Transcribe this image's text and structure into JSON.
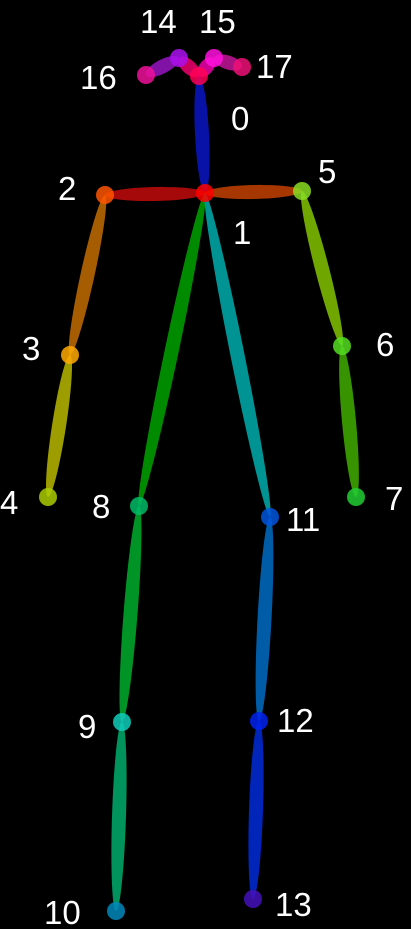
{
  "background_color": "#000000",
  "label_color": "#ffffff",
  "keypoints": [
    {
      "id": "0",
      "label": "0",
      "color": "#ff0055"
    },
    {
      "id": "1",
      "label": "1",
      "color": "#ff0000"
    },
    {
      "id": "2",
      "label": "2",
      "color": "#ff5500"
    },
    {
      "id": "3",
      "label": "3",
      "color": "#ffaa00"
    },
    {
      "id": "4",
      "label": "4",
      "color": "#aacc00"
    },
    {
      "id": "5",
      "label": "5",
      "color": "#88dd22"
    },
    {
      "id": "6",
      "label": "6",
      "color": "#55dd22"
    },
    {
      "id": "7",
      "label": "7",
      "color": "#22cc33"
    },
    {
      "id": "8",
      "label": "8",
      "color": "#00bb66"
    },
    {
      "id": "9",
      "label": "9",
      "color": "#11ccbb"
    },
    {
      "id": "10",
      "label": "10",
      "color": "#0088bb"
    },
    {
      "id": "11",
      "label": "11",
      "color": "#0055dd"
    },
    {
      "id": "12",
      "label": "12",
      "color": "#0022ee"
    },
    {
      "id": "13",
      "label": "13",
      "color": "#4411bb"
    },
    {
      "id": "14",
      "label": "14",
      "color": "#aa11ee"
    },
    {
      "id": "15",
      "label": "15",
      "color": "#ff11dd"
    },
    {
      "id": "16",
      "label": "16",
      "color": "#ee1199"
    },
    {
      "id": "17",
      "label": "17",
      "color": "#ee1177"
    }
  ],
  "limbs": [
    {
      "name": "neck",
      "from": "1",
      "to": "0",
      "color": "#0a14b4"
    },
    {
      "name": "right-shoulder",
      "from": "1",
      "to": "2",
      "color": "#b40a0a"
    },
    {
      "name": "left-shoulder",
      "from": "1",
      "to": "5",
      "color": "#b43c00"
    },
    {
      "name": "right-upper-arm",
      "from": "2",
      "to": "3",
      "color": "#b46400"
    },
    {
      "name": "right-forearm",
      "from": "3",
      "to": "4",
      "color": "#aaaa00"
    },
    {
      "name": "left-upper-arm",
      "from": "5",
      "to": "6",
      "color": "#78b400"
    },
    {
      "name": "left-forearm",
      "from": "6",
      "to": "7",
      "color": "#3ca000"
    },
    {
      "name": "right-torso",
      "from": "1",
      "to": "8",
      "color": "#009600"
    },
    {
      "name": "right-thigh",
      "from": "8",
      "to": "9",
      "color": "#00a028"
    },
    {
      "name": "right-shin",
      "from": "9",
      "to": "10",
      "color": "#00a064"
    },
    {
      "name": "left-torso",
      "from": "1",
      "to": "11",
      "color": "#00a0a0"
    },
    {
      "name": "left-thigh",
      "from": "11",
      "to": "12",
      "color": "#0064b4"
    },
    {
      "name": "left-shin",
      "from": "12",
      "to": "13",
      "color": "#0028c8"
    },
    {
      "name": "right-eye-link",
      "from": "0",
      "to": "14",
      "color": "#dc0064"
    },
    {
      "name": "right-ear-link",
      "from": "14",
      "to": "16",
      "color": "#8c14b4"
    },
    {
      "name": "left-eye-link",
      "from": "0",
      "to": "15",
      "color": "#dc00a0"
    },
    {
      "name": "left-ear-link",
      "from": "15",
      "to": "17",
      "color": "#b4148c"
    }
  ]
}
